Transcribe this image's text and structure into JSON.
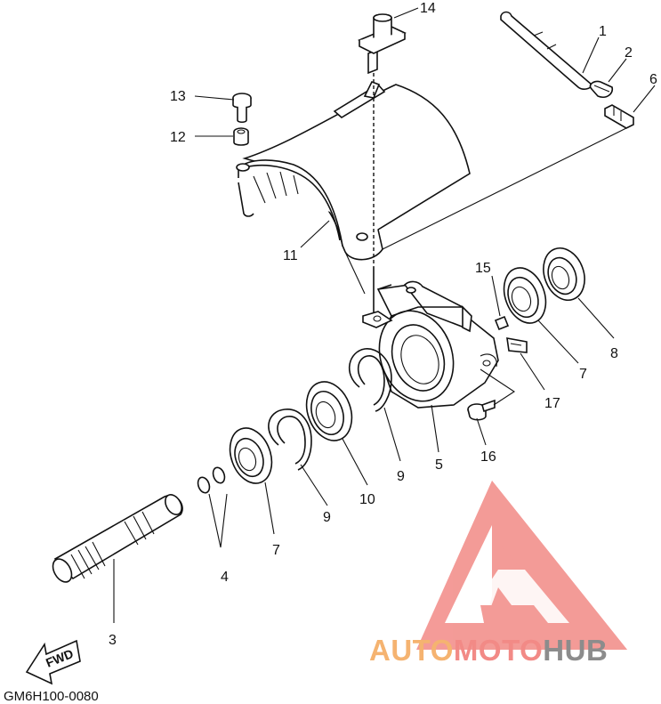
{
  "diagram": {
    "code": "GM6H100-0080",
    "fwd_label": "FWD",
    "labels": {
      "l1": "1",
      "l2": "2",
      "l3": "3",
      "l4": "4",
      "l5": "5",
      "l6": "6",
      "l7a": "7",
      "l7b": "7",
      "l8": "8",
      "l9a": "9",
      "l9b": "9",
      "l10": "10",
      "l11": "11",
      "l12": "12",
      "l13": "13",
      "l14": "14",
      "l15": "15",
      "l16": "16",
      "l17": "17"
    }
  },
  "watermark": {
    "brand_part1": "AUTO",
    "brand_part2": "MOTO",
    "brand_part3": "HUB",
    "color_orange": "#f5b370",
    "color_red": "#f28a86",
    "color_gray": "#8c8c8c"
  }
}
